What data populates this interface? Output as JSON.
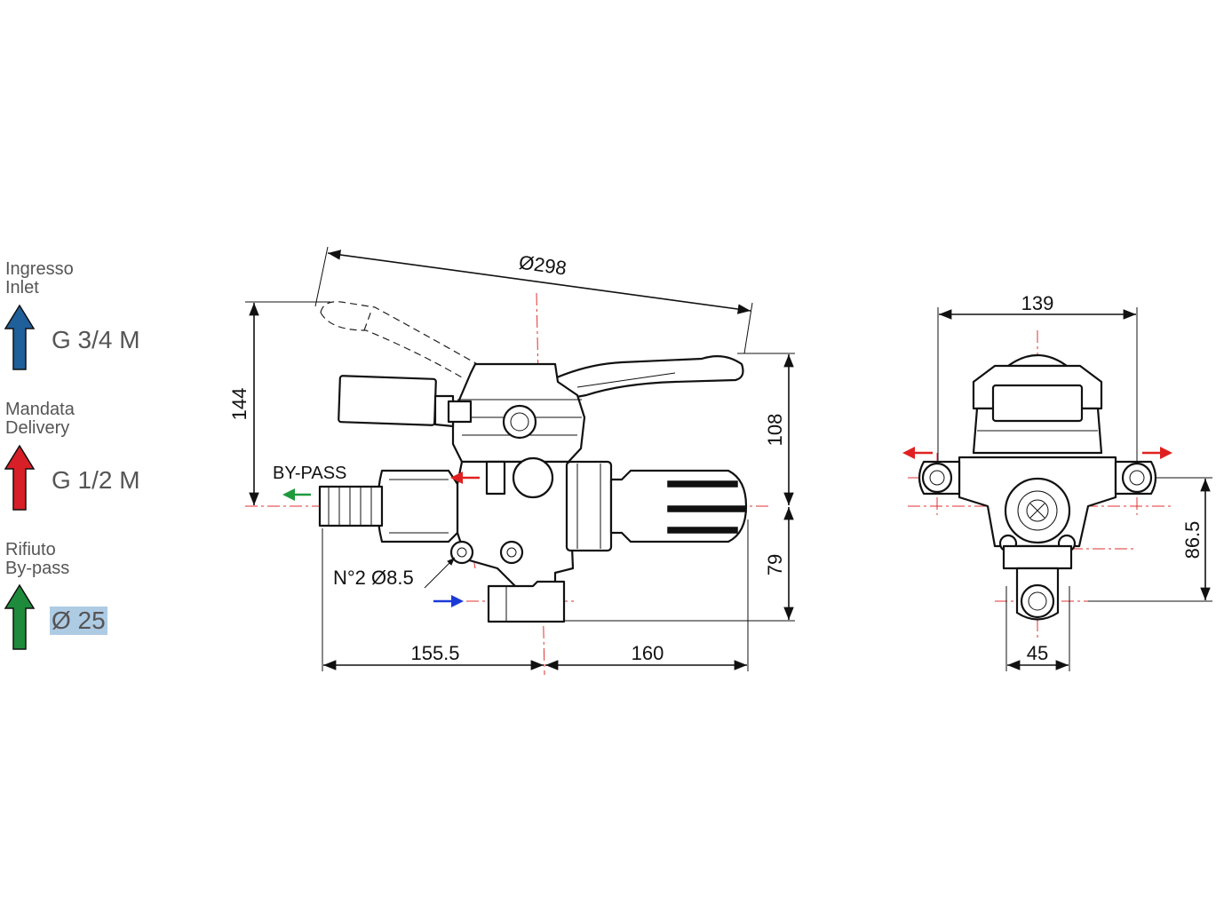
{
  "legend": {
    "inlet": {
      "label_it": "Ingresso",
      "label_en": "Inlet",
      "value": "G 3/4 M",
      "color": "#1f5f9a",
      "icon": "arrow-up-icon"
    },
    "delivery": {
      "label_it": "Mandata",
      "label_en": "Delivery",
      "value": "G 1/2 M",
      "color": "#d81e27",
      "icon": "arrow-up-icon"
    },
    "bypass": {
      "label_it": "Rifiuto",
      "label_en": "By-pass",
      "value": "Ø 25",
      "color": "#1e8a3c",
      "icon": "arrow-up-icon"
    }
  },
  "side_view": {
    "bypass_label": "BY-PASS",
    "holes_label": "N°2 Ø8.5",
    "dimensions": {
      "handle_diameter": "Ø298",
      "height_total": "144",
      "height_upper": "108",
      "height_lower": "79",
      "length_left": "155.5",
      "length_right": "160"
    }
  },
  "front_view": {
    "dimensions": {
      "width": "139",
      "height": "86.5",
      "outlet_width": "45"
    }
  },
  "flow_arrows": {
    "delivery_color": "#e02020",
    "inlet_color": "#1a3ad8",
    "bypass_color": "#1e9a3c"
  }
}
